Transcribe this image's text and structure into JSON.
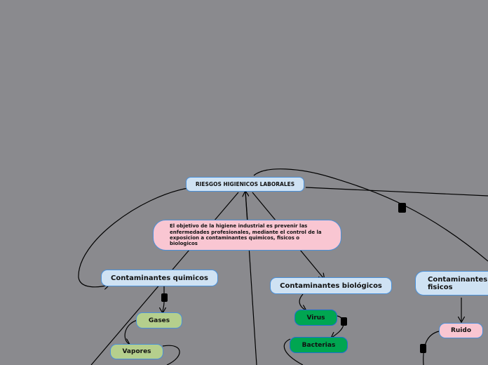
{
  "diagram": {
    "root": {
      "label": "RIESGOS HIGIENICOS LABORALES"
    },
    "objective": {
      "text": "El objetivo de la higiene industrial es prevenir las enfermedades profesionales, mediante el control de la exposicion a contaminantes quimicos, fisicos o biologicos"
    },
    "quimicos": {
      "label": "Contaminantes quimicos",
      "children": [
        {
          "label": "Gases"
        },
        {
          "label": "Vapores"
        }
      ]
    },
    "biologicos": {
      "label": "Contaminantes biológicos",
      "children": [
        {
          "label": "Virus"
        },
        {
          "label": "Bacterias"
        }
      ]
    },
    "fisicos": {
      "label": "Contaminantes fisicos",
      "children": [
        {
          "label": "Ruido"
        }
      ]
    }
  },
  "colors": {
    "background": "#8a8a8e",
    "root_fill": "#cfe2f3",
    "pink_fill": "#f9c6d2",
    "olive_fill": "#b5cf8d",
    "green_fill": "#00a651",
    "border": "#4a90d9"
  }
}
